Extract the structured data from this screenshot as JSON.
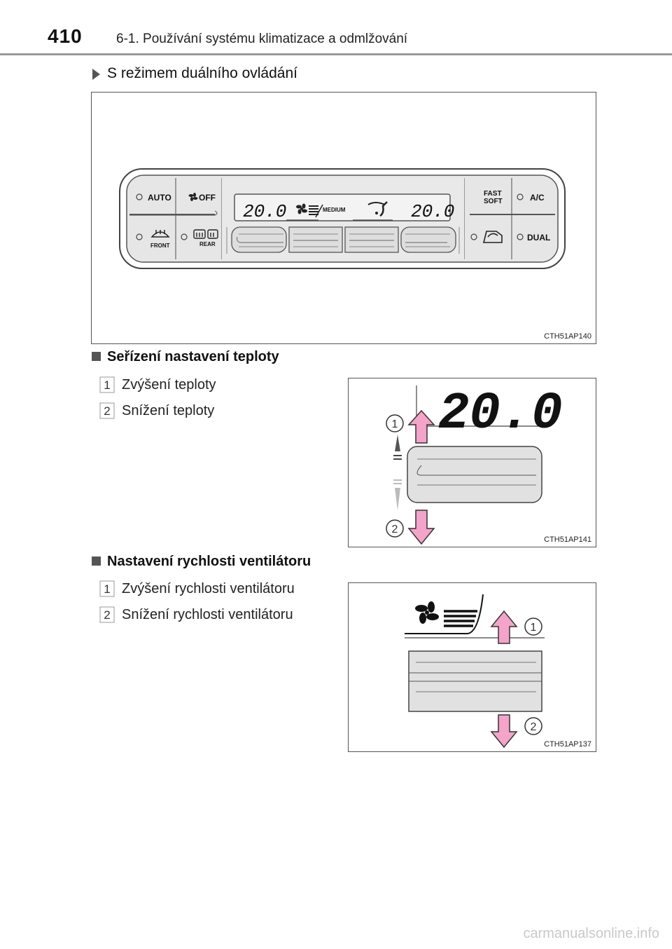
{
  "header": {
    "page_number": "410",
    "chapter": "6-1. Používání systému klimatizace a odmlžování"
  },
  "subheading": "S režimem duálního ovládání",
  "panel": {
    "buttons": {
      "auto": "AUTO",
      "off": "OFF",
      "front": "FRONT",
      "rear": "REAR",
      "fast": "FAST",
      "soft": "SOFT",
      "ac": "A/C",
      "dual": "DUAL"
    },
    "display": {
      "left_temp": "20.0",
      "right_temp": "20.0",
      "fan_mode": "MEDIUM"
    },
    "code": "CTH51AP140"
  },
  "section_temp": {
    "title": "Seřízení nastavení teploty",
    "items": [
      {
        "num": "1",
        "text": "Zvýšení teploty"
      },
      {
        "num": "2",
        "text": "Snížení teploty"
      }
    ],
    "figure": {
      "display_temp": "20.0",
      "callout_1": "1",
      "callout_2": "2",
      "code": "CTH51AP141"
    }
  },
  "section_fan": {
    "title": "Nastavení rychlosti ventilátoru",
    "items": [
      {
        "num": "1",
        "text": "Zvýšení rychlosti ventilátoru"
      },
      {
        "num": "2",
        "text": "Snížení rychlosti ventilátoru"
      }
    ],
    "figure": {
      "callout_1": "1",
      "callout_2": "2",
      "code": "CTH51AP137"
    }
  },
  "footer": "carmanualsonline.info",
  "colors": {
    "arrow_pink": "#f4a3c9",
    "panel_gray": "#e3e3e3",
    "rule_gray": "#999999"
  }
}
